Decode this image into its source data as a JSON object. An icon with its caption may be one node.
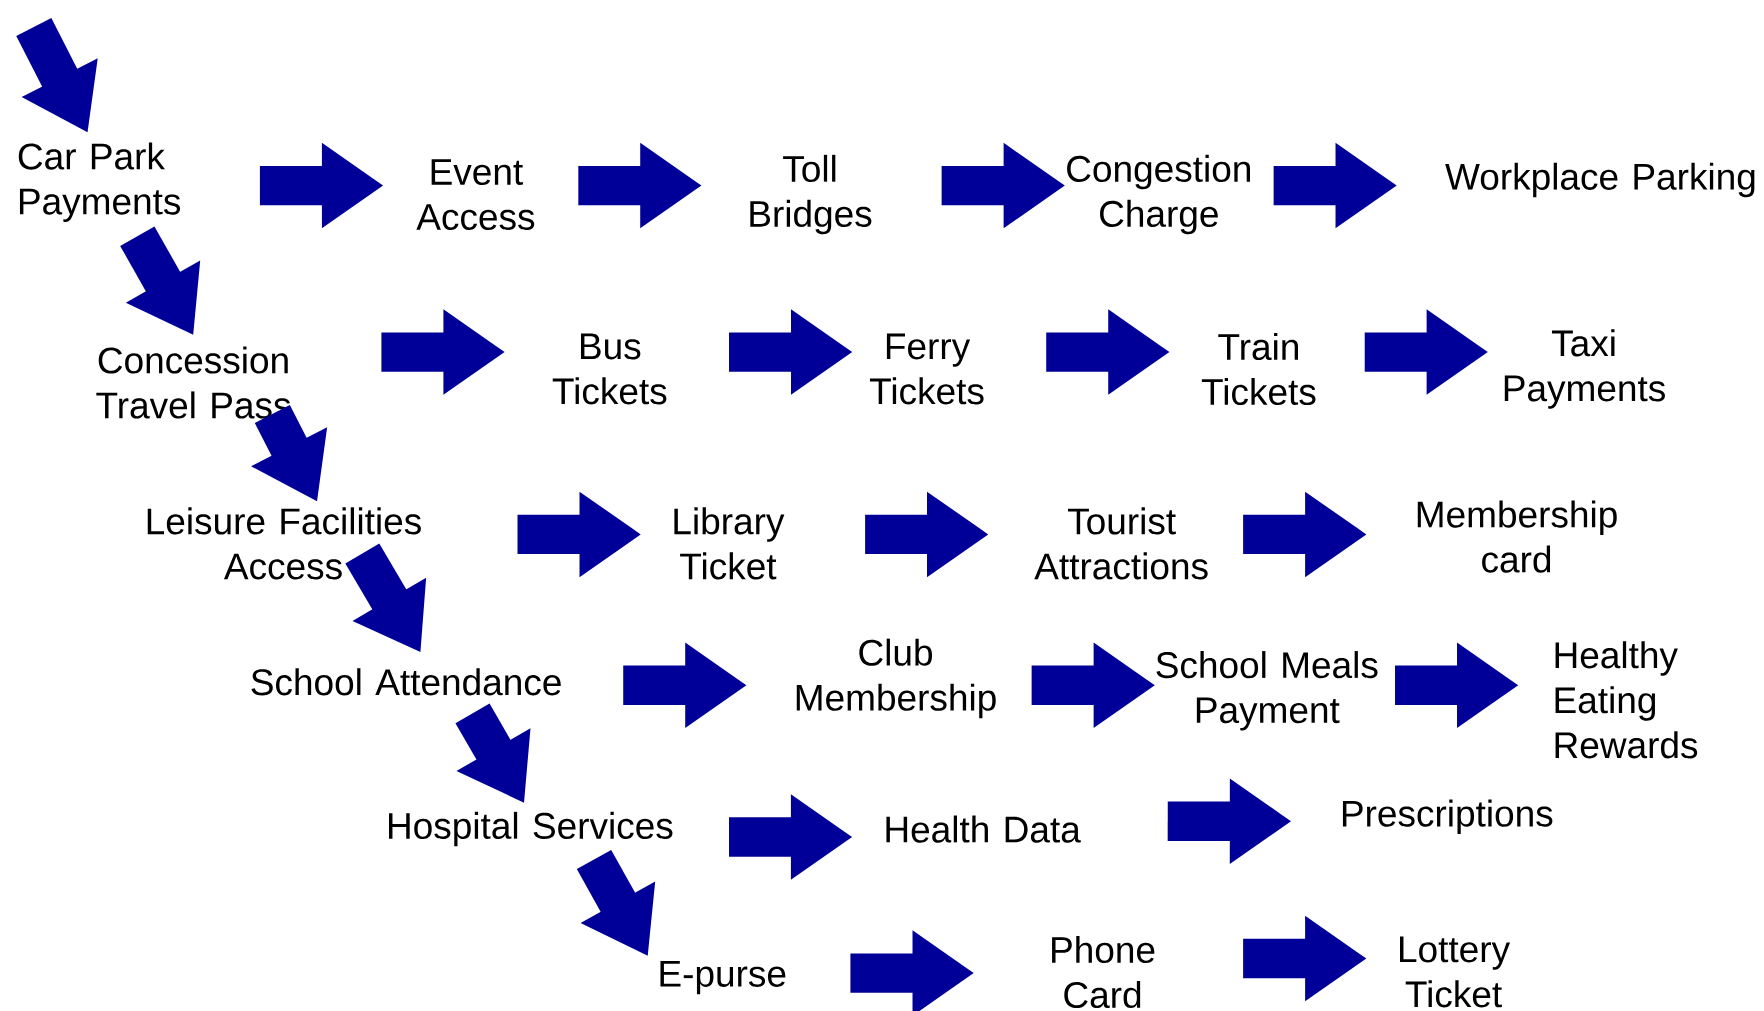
{
  "diagram": {
    "nodes": [
      {
        "text": [
          "Car Park Payments"
        ]
      },
      {
        "text": [
          "Event Access"
        ]
      },
      {
        "text": [
          "Toll Bridges"
        ]
      },
      {
        "text": [
          "Congestion Charge"
        ]
      },
      {
        "text": [
          "Workplace Parking"
        ]
      },
      {
        "text": [
          "Concession Travel Pass"
        ]
      },
      {
        "text": [
          "Bus Tickets"
        ]
      },
      {
        "text": [
          "Ferry Tickets"
        ]
      },
      {
        "text": [
          "Train Tickets"
        ]
      },
      {
        "text": [
          "Taxi Payments"
        ]
      },
      {
        "text": [
          "Leisure Facilities Access"
        ]
      },
      {
        "text": [
          "Library Ticket"
        ]
      },
      {
        "text": [
          "Tourist Attractions"
        ]
      },
      {
        "text": [
          "Membership card"
        ]
      },
      {
        "text": [
          "School Attendance"
        ]
      },
      {
        "text": [
          "Club Membership"
        ]
      },
      {
        "text": [
          "School Meals Payment"
        ]
      },
      {
        "text": [
          "Healthy Eating Rewards"
        ]
      },
      {
        "text": [
          "Hospital Services"
        ]
      },
      {
        "text": [
          "Health Data"
        ]
      },
      {
        "text": [
          "Prescriptions"
        ]
      },
      {
        "text": [
          "E-purse"
        ]
      },
      {
        "text": [
          "Phone Card"
        ]
      },
      {
        "text": [
          "Lottery Ticket"
        ]
      }
    ],
    "edges": [
      {
        "from": null,
        "to": 0,
        "arrow": "to"
      },
      {
        "from": 0,
        "to": 1,
        "arrow": "to"
      },
      {
        "from": 1,
        "to": 2,
        "arrow": "to"
      },
      {
        "from": 2,
        "to": 3,
        "arrow": "to"
      },
      {
        "from": 3,
        "to": 4,
        "arrow": "to"
      },
      {
        "from": 0,
        "to": 5,
        "arrow": "to"
      },
      {
        "from": 5,
        "to": 6,
        "arrow": "to"
      },
      {
        "from": 6,
        "to": 7,
        "arrow": "to"
      },
      {
        "from": 7,
        "to": 8,
        "arrow": "to"
      },
      {
        "from": 8,
        "to": 9,
        "arrow": "to"
      },
      {
        "from": 5,
        "to": 10,
        "arrow": "to"
      },
      {
        "from": 10,
        "to": 11,
        "arrow": "to"
      },
      {
        "from": 11,
        "to": 12,
        "arrow": "to"
      },
      {
        "from": 12,
        "to": 13,
        "arrow": "to"
      },
      {
        "from": 10,
        "to": 14,
        "arrow": "to"
      },
      {
        "from": 14,
        "to": 15,
        "arrow": "to"
      },
      {
        "from": 15,
        "to": 16,
        "arrow": "to"
      },
      {
        "from": 16,
        "to": 17,
        "arrow": "to"
      },
      {
        "from": 14,
        "to": 18,
        "arrow": "to"
      },
      {
        "from": 18,
        "to": 19,
        "arrow": "to"
      },
      {
        "from": 19,
        "to": 20,
        "arrow": "to"
      },
      {
        "from": 18,
        "to": 21,
        "arrow": "to"
      },
      {
        "from": 21,
        "to": 22,
        "arrow": "to"
      },
      {
        "from": 22,
        "to": 23,
        "arrow": "to"
      }
    ]
  }
}
